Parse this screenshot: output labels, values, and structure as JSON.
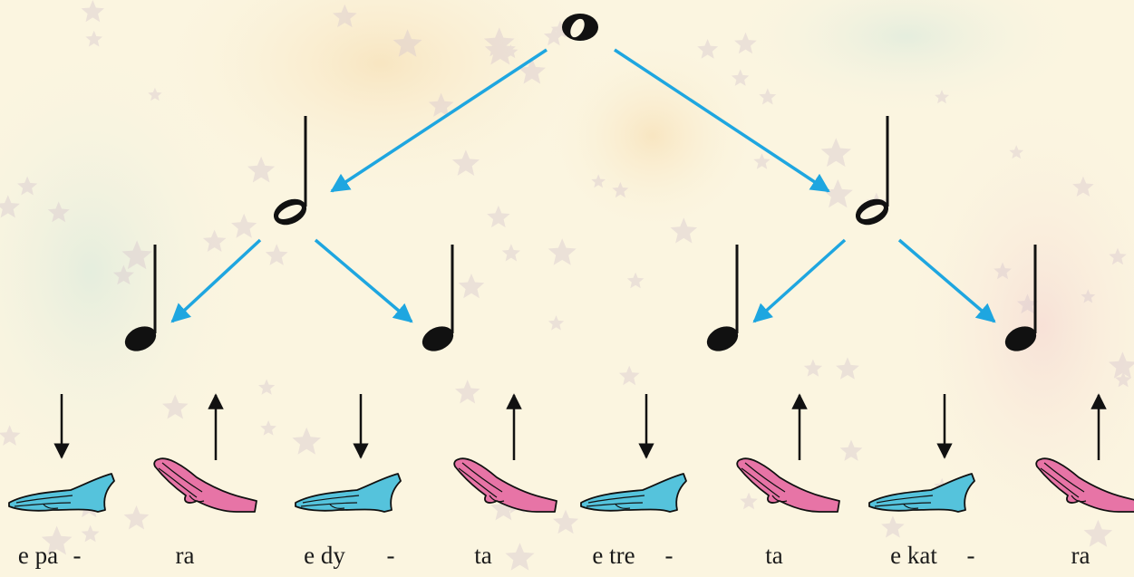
{
  "title": "",
  "colors": {
    "arrow": "#1ea6e0",
    "down_hand": "#55c3dc",
    "up_hand": "#e774a6",
    "ink": "#111111",
    "background": "#fbf5e0"
  },
  "tree": {
    "root": {
      "note": "whole",
      "icon": "whole-note-icon"
    },
    "level1": [
      {
        "note": "half",
        "icon": "half-note-icon"
      },
      {
        "note": "half",
        "icon": "half-note-icon"
      }
    ],
    "level2": [
      {
        "note": "quarter",
        "icon": "quarter-note-icon"
      },
      {
        "note": "quarter",
        "icon": "quarter-note-icon"
      },
      {
        "note": "quarter",
        "icon": "quarter-note-icon"
      },
      {
        "note": "quarter",
        "icon": "quarter-note-icon"
      }
    ]
  },
  "beats": [
    {
      "motion": "down",
      "icon": "hand-down-icon"
    },
    {
      "motion": "up",
      "icon": "hand-up-icon"
    },
    {
      "motion": "down",
      "icon": "hand-down-icon"
    },
    {
      "motion": "up",
      "icon": "hand-up-icon"
    },
    {
      "motion": "down",
      "icon": "hand-down-icon"
    },
    {
      "motion": "up",
      "icon": "hand-up-icon"
    },
    {
      "motion": "down",
      "icon": "hand-down-icon"
    },
    {
      "motion": "up",
      "icon": "hand-up-icon"
    }
  ],
  "syllables": [
    "e pa",
    "-",
    "ra",
    "e dy",
    "-",
    "ta",
    "e tre",
    "-",
    "ta",
    "e kat",
    "-",
    "ra"
  ]
}
